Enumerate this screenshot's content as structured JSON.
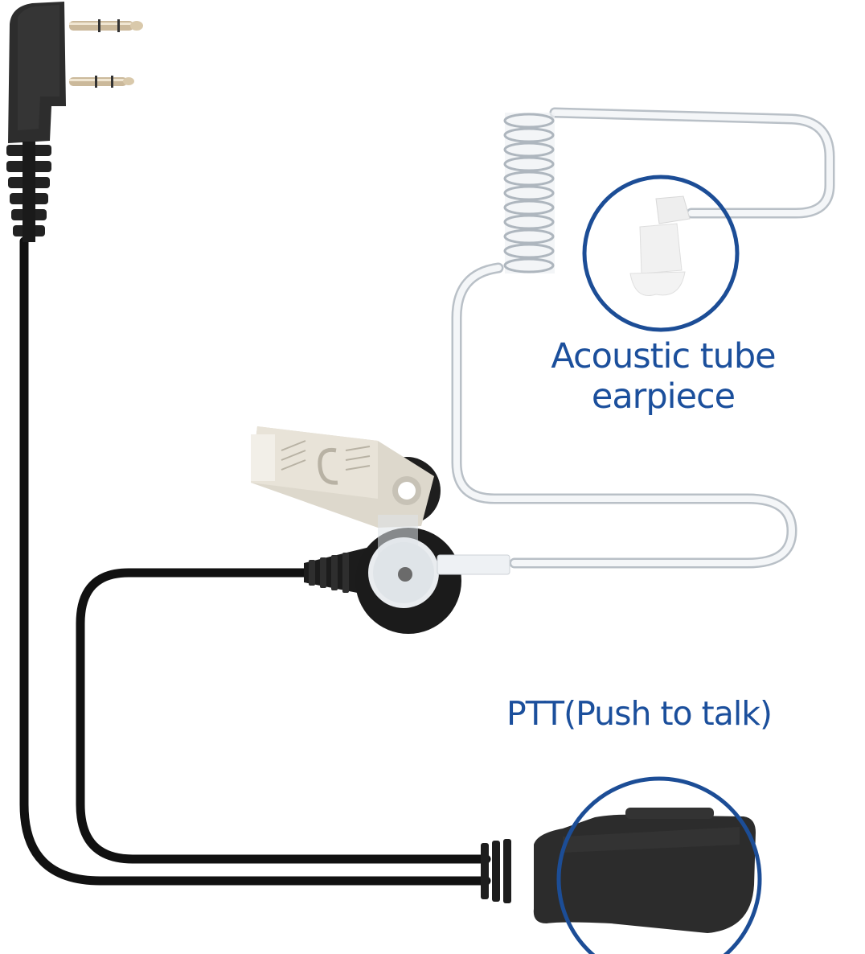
{
  "callouts": {
    "acoustic_tube": {
      "line1": "Acoustic tube",
      "line2": "earpiece"
    },
    "ptt": {
      "label": "PTT(Push to talk)"
    }
  },
  "colors": {
    "label_blue": "#1b4f9c",
    "circle_blue": "#1c4d96",
    "cable_black": "#111111",
    "plug_body": "#2b2b2b",
    "pin_metal": "#c9b89a",
    "clip_metal": "#d9d4c8",
    "tube_clear": "#d8dde2",
    "background": "#ffffff"
  }
}
